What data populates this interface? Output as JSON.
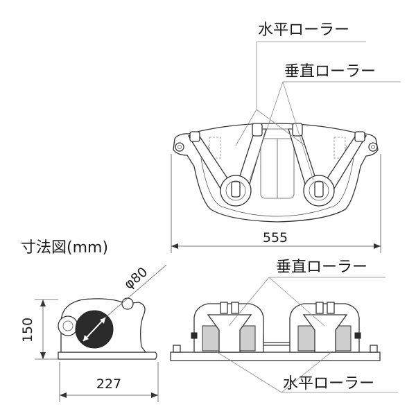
{
  "labels": {
    "horizontal_roller": "水平ローラー",
    "vertical_roller": "垂直ローラー",
    "dimension_title": "寸法図(mm)"
  },
  "dimensions": {
    "overall_width": "555",
    "roller_diameter": "φ80",
    "side_height": "150",
    "side_depth": "227"
  },
  "colors": {
    "line": "#3a3a3a",
    "fill_dark": "#2a2a2a",
    "fill_shade": "#cfcfcf"
  }
}
